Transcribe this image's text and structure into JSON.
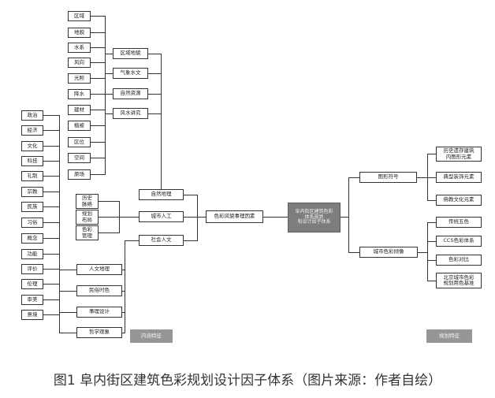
{
  "center": "色彩风貌事理因素",
  "root": "阜内街区建筑色彩\n体系规划\n和设计因子体系",
  "level1_left": [
    "自然地理",
    "城市人工",
    "社会人文"
  ],
  "natural_groups": [
    "区域地貌",
    "气象水文",
    "自然资源",
    "风水讲究"
  ],
  "natural_leaves": [
    "区域",
    "地貌",
    "水系",
    "风向",
    "光照",
    "降水",
    "建材",
    "植被",
    "区位",
    "空间",
    "原场"
  ],
  "urban_leaves": [
    "历史\n脉络",
    "规划\n布局",
    "色彩\n管理"
  ],
  "social_groups": [
    "人文地理",
    "民俗时色",
    "事理设计",
    "哲学观象"
  ],
  "social_leaves": [
    "政治",
    "经济",
    "文化",
    "科技",
    "礼制",
    "宗教",
    "民族",
    "习俗",
    "概念",
    "功能",
    "评价",
    "伦理",
    "审美",
    "意境"
  ],
  "right_groups": [
    "图形符号",
    "城市色彩倾像"
  ],
  "right_leaves_top": [
    "历史遗存建筑\n内图形元素",
    "典型装饰元素",
    "佛教文化元素"
  ],
  "right_leaves_bottom": [
    "传统五色",
    "CCS色彩体系",
    "色彩对比",
    "北京城市色彩\n规划用色基准"
  ],
  "label_left": "内涵特征",
  "label_right": "规划特征",
  "caption": "图1  阜内街区建筑色彩规划设计因子体系（图片来源：作者自绘）"
}
